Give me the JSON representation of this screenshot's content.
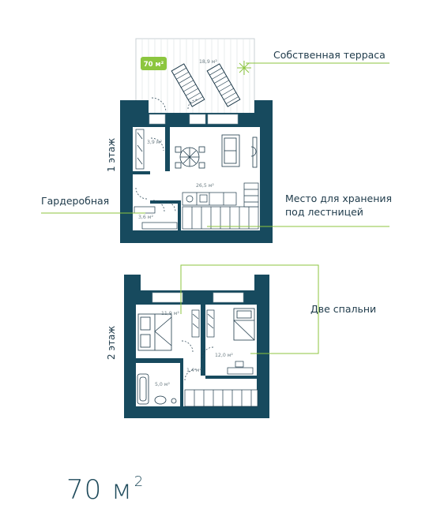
{
  "colors": {
    "wall": "#174a5e",
    "accent": "#8cc63f",
    "text": "#1e3a4a",
    "area_text": "#6f7f86"
  },
  "total_area": {
    "value": "70 м",
    "sup": "2"
  },
  "badge": "70 м²",
  "floors": {
    "first": "1 этаж",
    "second": "2 этаж"
  },
  "callouts": {
    "terrace": "Собственная терраса",
    "wardrobe": "Гардеробная",
    "storage_line1": "Место для хранения",
    "storage_line2": "под лестницей",
    "bedrooms": "Две спальни"
  },
  "areas": {
    "terrace": "18,9 м²",
    "wardrobe_top": "3,9 м²",
    "living": "26,5 м²",
    "wardrobe": "3,6 м²",
    "bedroom1": "11,9 м²",
    "bedroom2": "12,0 м²",
    "hall": "1,4 м²",
    "bath": "5,0 м²"
  }
}
